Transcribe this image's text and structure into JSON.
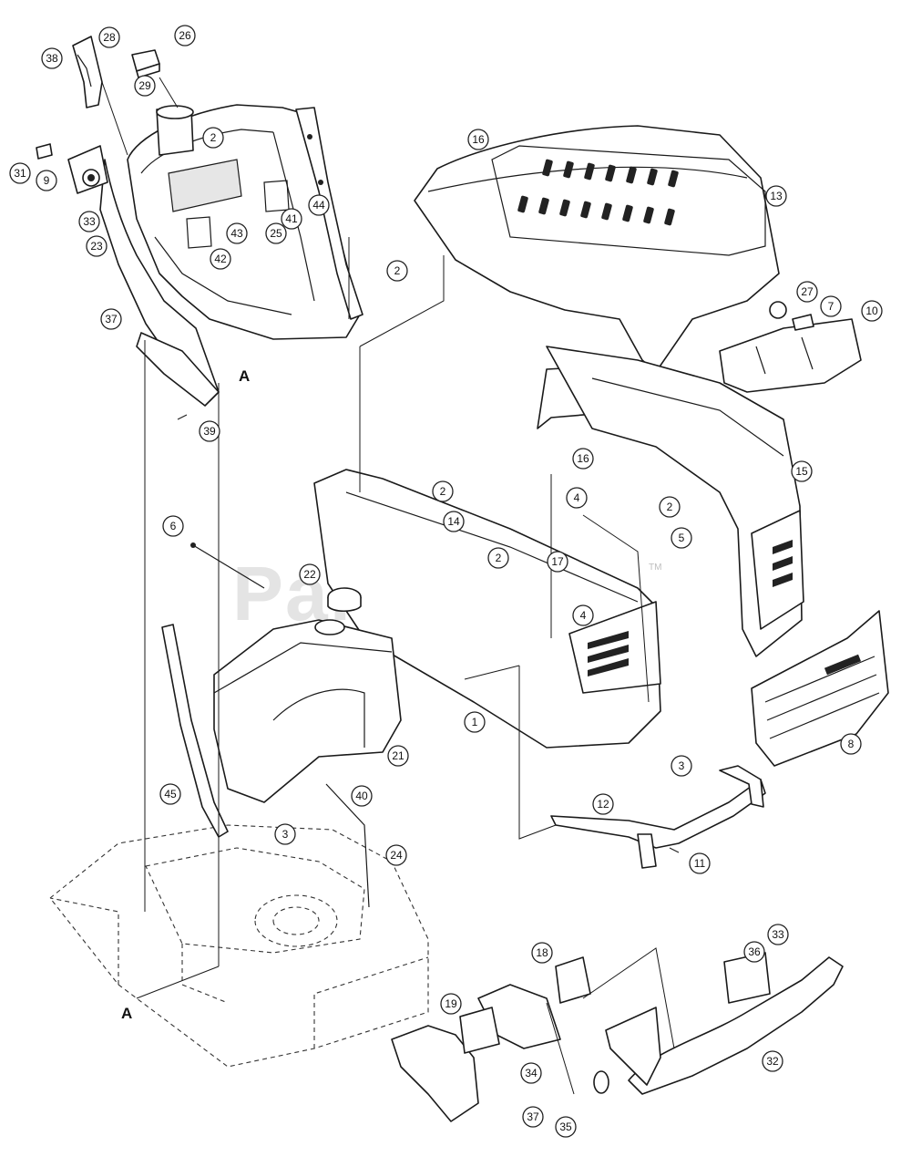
{
  "watermark": {
    "brand": "PartsTree",
    "trademark": "TM"
  },
  "reference_letters": [
    "A",
    "A"
  ],
  "callouts": [
    "1",
    "2",
    "2",
    "2",
    "2",
    "2",
    "3",
    "4",
    "4",
    "5",
    "6",
    "7",
    "8",
    "9",
    "10",
    "11",
    "12",
    "13",
    "14",
    "15",
    "16",
    "16",
    "17",
    "18",
    "19",
    "21",
    "22",
    "23",
    "24",
    "25",
    "26",
    "27",
    "28",
    "29",
    "31",
    "32",
    "33",
    "33",
    "34",
    "35",
    "36",
    "37",
    "37",
    "38",
    "39",
    "40",
    "41",
    "42",
    "43",
    "44",
    "45"
  ]
}
